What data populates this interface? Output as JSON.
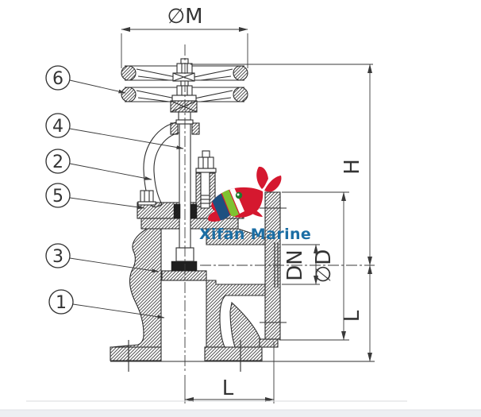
{
  "drawing": {
    "type": "angle-valve-cross-section",
    "line_color": "#2e2e2e",
    "dim_labels": {
      "wheel_diameter": "∅M",
      "height": "H",
      "bore": "DN",
      "flange_outer": "∅D",
      "center_to_face_side": "L",
      "center_to_face_bottom": "L"
    },
    "callouts": [
      {
        "number": "6"
      },
      {
        "number": "4"
      },
      {
        "number": "2"
      },
      {
        "number": "5"
      },
      {
        "number": "3"
      },
      {
        "number": "1"
      }
    ]
  },
  "watermark": {
    "text": "Xifan Marine",
    "body_color": "#d5182f",
    "stripe_navy": "#1d5080",
    "stripe_green": "#7fc230",
    "eye_color": "#1e7a2e",
    "text_color": "#1c6ea4"
  },
  "page": {
    "background": "#ffffff",
    "footer_strip_color": "#edeff2"
  }
}
